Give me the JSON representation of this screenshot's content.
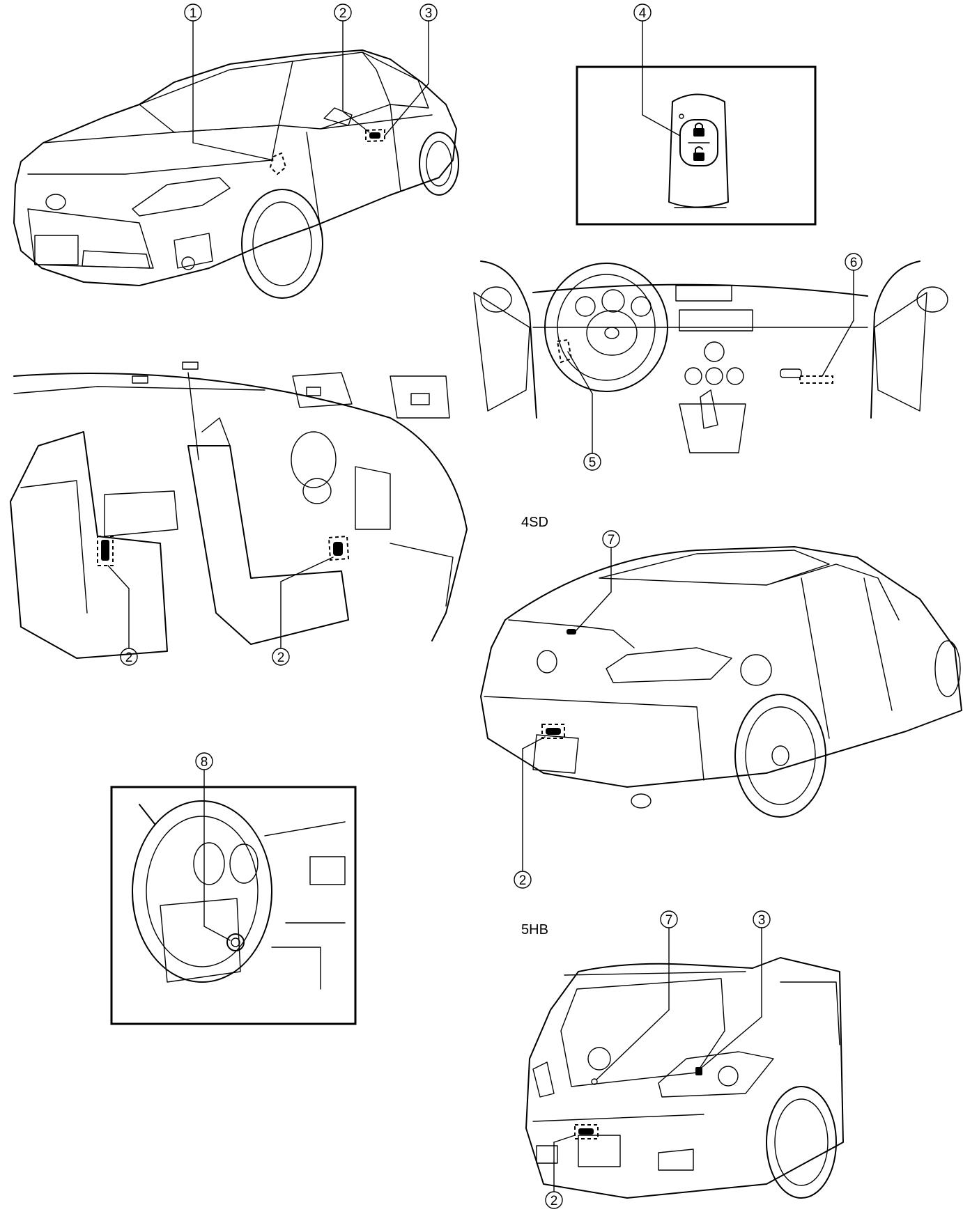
{
  "views": {
    "front_exterior": {
      "callouts": [
        "1",
        "2",
        "3"
      ]
    },
    "smart_key": {
      "callout": "4",
      "lock_icon": "lock-icon",
      "unlock_icon": "unlock-icon"
    },
    "dashboard": {
      "callouts": [
        "5",
        "6"
      ]
    },
    "interior": {
      "callouts": [
        "2",
        "2"
      ]
    },
    "sedan_rear": {
      "variant_label": "4SD",
      "callouts": [
        "7",
        "2"
      ]
    },
    "steering_column": {
      "callout": "8"
    },
    "hatchback_rear": {
      "variant_label": "5HB",
      "callouts": [
        "7",
        "3",
        "2"
      ]
    }
  }
}
